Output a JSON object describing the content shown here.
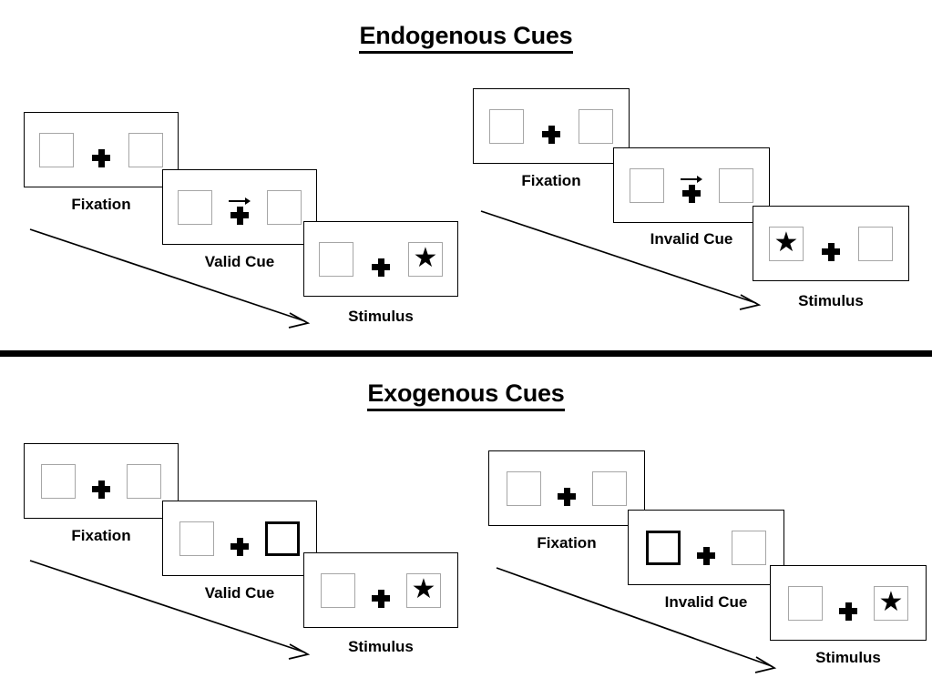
{
  "sections": [
    {
      "title": "Endogenous Cues",
      "cue_type": "arrow",
      "sequences": [
        {
          "name": "valid",
          "frames": [
            {
              "caption": "Fixation",
              "cue": "none",
              "cue_side": "none",
              "target": "none",
              "target_side": "none"
            },
            {
              "caption": "Valid Cue",
              "cue": "arrow",
              "cue_side": "right",
              "target": "none",
              "target_side": "none"
            },
            {
              "caption": "Stimulus",
              "cue": "none",
              "cue_side": "none",
              "target": "star",
              "target_side": "right"
            }
          ]
        },
        {
          "name": "invalid",
          "frames": [
            {
              "caption": "Fixation",
              "cue": "none",
              "cue_side": "none",
              "target": "none",
              "target_side": "none"
            },
            {
              "caption": "Invalid Cue",
              "cue": "arrow",
              "cue_side": "right",
              "target": "none",
              "target_side": "none"
            },
            {
              "caption": "Stimulus",
              "cue": "none",
              "cue_side": "none",
              "target": "star",
              "target_side": "left"
            }
          ]
        }
      ]
    },
    {
      "title": "Exogenous Cues",
      "cue_type": "box",
      "sequences": [
        {
          "name": "valid",
          "frames": [
            {
              "caption": "Fixation",
              "cue": "none",
              "cue_side": "none",
              "target": "none",
              "target_side": "none"
            },
            {
              "caption": "Valid Cue",
              "cue": "box",
              "cue_side": "right",
              "target": "none",
              "target_side": "none"
            },
            {
              "caption": "Stimulus",
              "cue": "none",
              "cue_side": "none",
              "target": "star",
              "target_side": "right"
            }
          ]
        },
        {
          "name": "invalid",
          "frames": [
            {
              "caption": "Fixation",
              "cue": "none",
              "cue_side": "none",
              "target": "none",
              "target_side": "none"
            },
            {
              "caption": "Invalid Cue",
              "cue": "box",
              "cue_side": "left",
              "target": "none",
              "target_side": "none"
            },
            {
              "caption": "Stimulus",
              "cue": "none",
              "cue_side": "none",
              "target": "star",
              "target_side": "right"
            }
          ]
        }
      ]
    }
  ],
  "glyphs": {
    "star": "★"
  },
  "colors": {
    "box_border": "#a6a6a6",
    "cued_box_border": "#000000",
    "panel_border": "#000000",
    "ink": "#000000",
    "background": "#ffffff"
  }
}
